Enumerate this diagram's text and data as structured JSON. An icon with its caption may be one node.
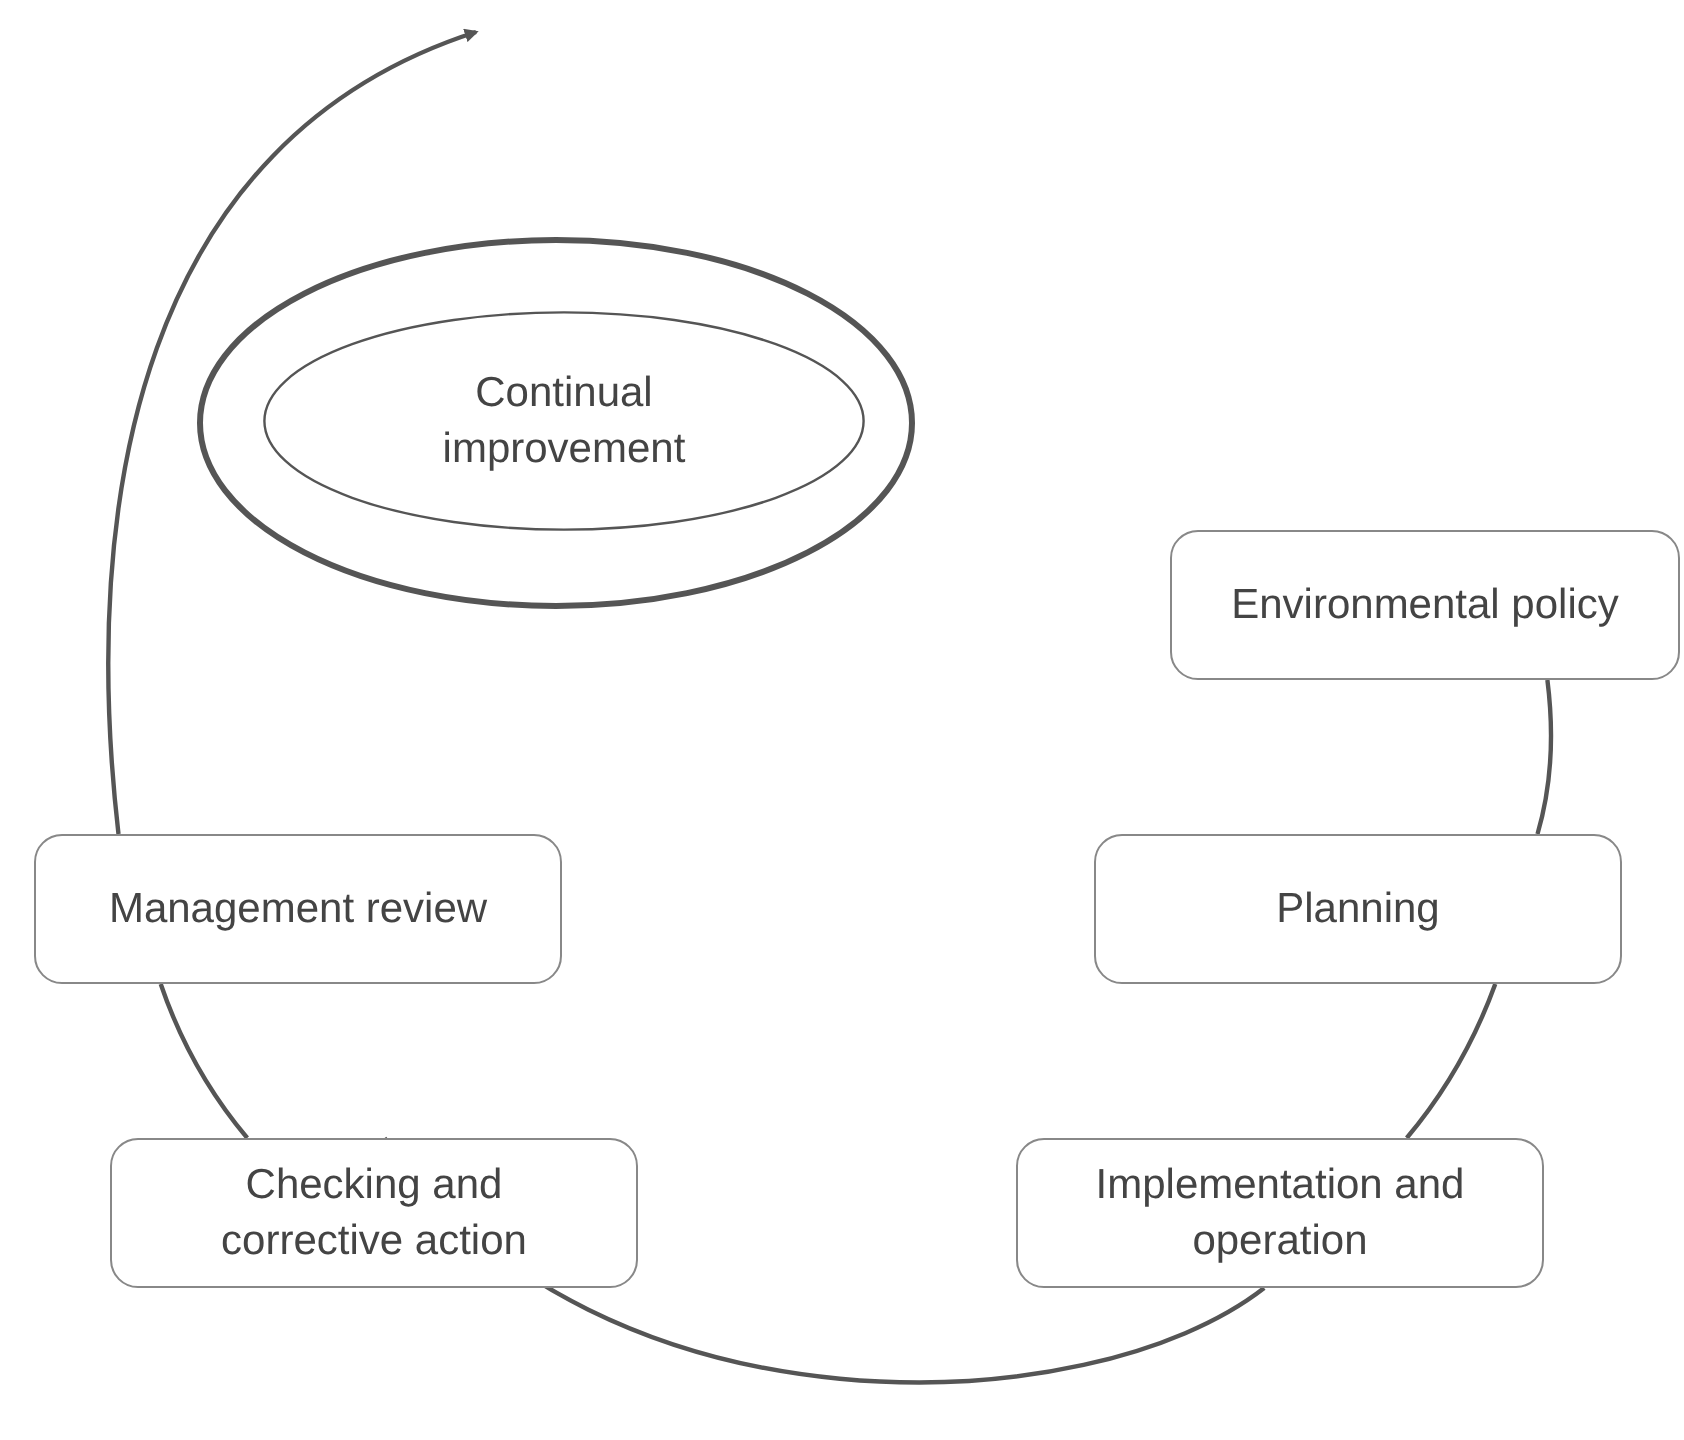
{
  "diagram": {
    "nodes": [
      {
        "text": [],
        "shape": "ellipse"
      },
      {
        "text": [
          "Continual improvement"
        ],
        "in": 0
      },
      {
        "text": [
          "Environmental policy"
        ]
      },
      {
        "text": [
          "Management review"
        ]
      },
      {
        "text": [
          "Planning"
        ]
      },
      {
        "text": [
          "Checking and corrective action"
        ]
      },
      {
        "text": [
          "Implementation and operation"
        ]
      }
    ],
    "edges": [
      {
        "from": 2,
        "to": 4,
        "arrow": "none"
      },
      {
        "from": 4,
        "to": 6,
        "arrow": "none"
      },
      {
        "from": 6,
        "to": 5,
        "arrow": "none"
      },
      {
        "from": 5,
        "to": 3,
        "arrow": "none"
      },
      {
        "from": 3,
        "to": null,
        "arrow": "to"
      }
    ]
  }
}
